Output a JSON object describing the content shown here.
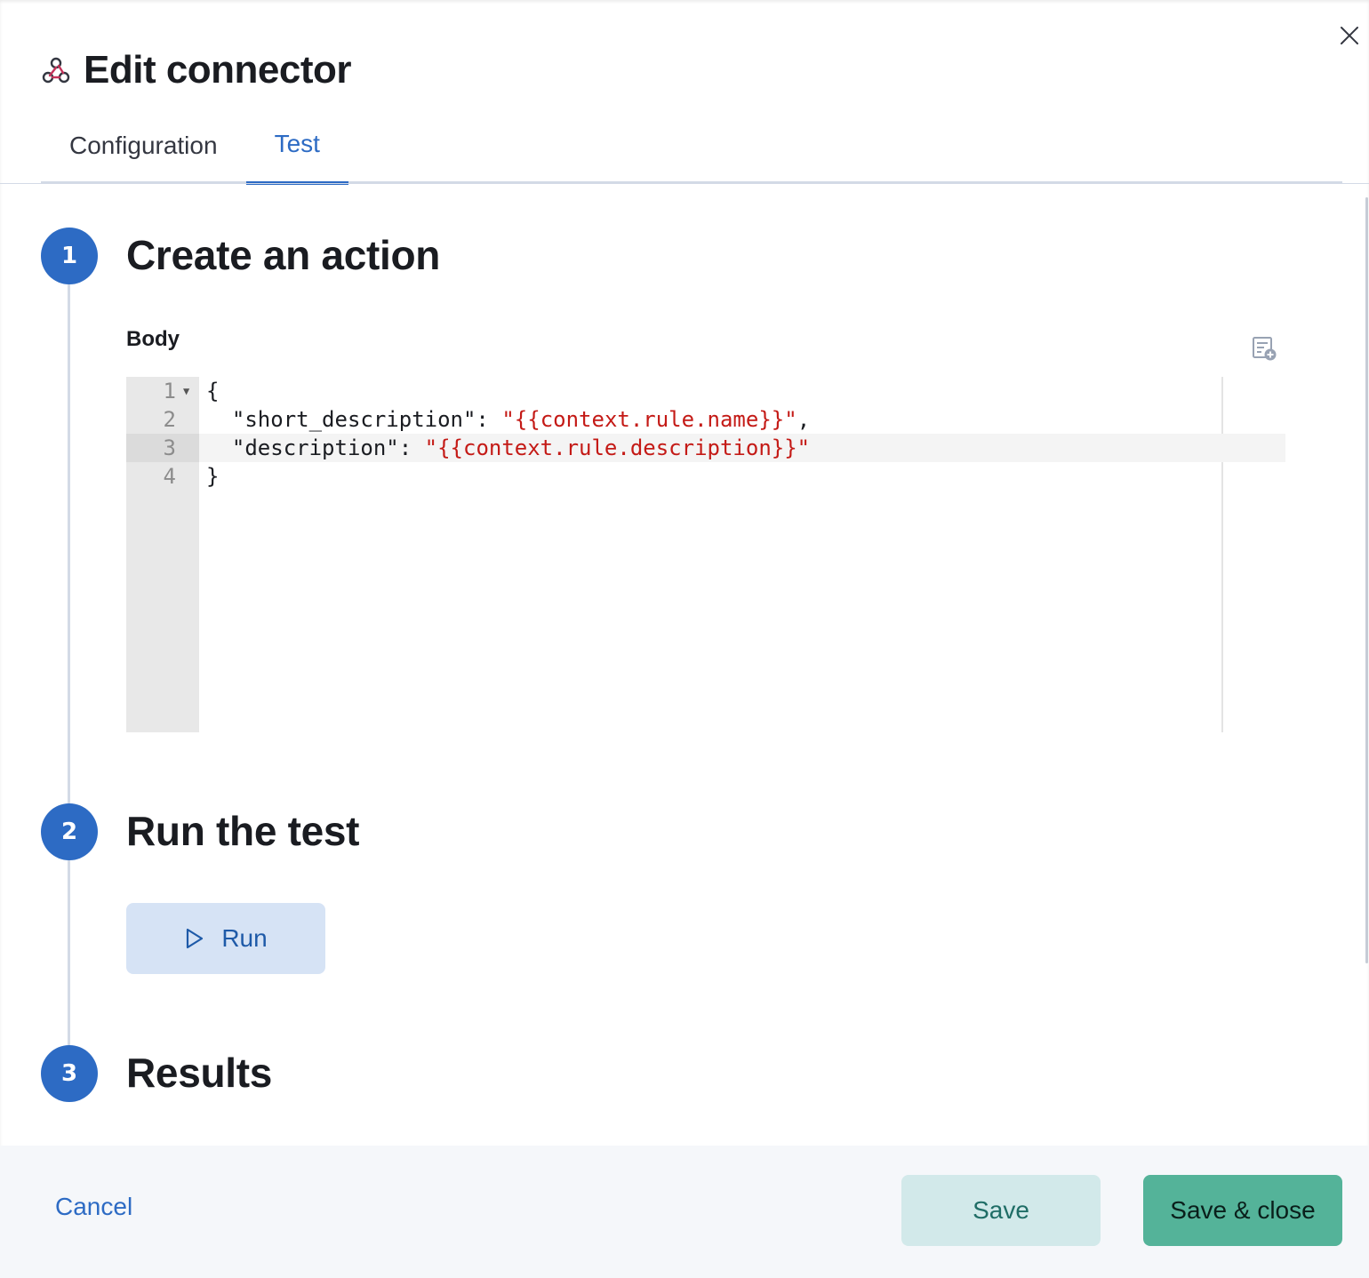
{
  "header": {
    "title": "Edit connector",
    "icon": "webhook-icon"
  },
  "tabs": [
    {
      "label": "Configuration",
      "selected": false
    },
    {
      "label": "Test",
      "selected": true
    }
  ],
  "steps": [
    {
      "number": "1",
      "title": "Create an action"
    },
    {
      "number": "2",
      "title": "Run the test"
    },
    {
      "number": "3",
      "title": "Results"
    }
  ],
  "body_field": {
    "label": "Body",
    "add_variable_icon": "add-variable-icon",
    "lines": [
      {
        "number": "1",
        "pre": "{",
        "str": "",
        "post": ""
      },
      {
        "number": "2",
        "pre": "  \"short_description\": ",
        "str": "\"{{context.rule.name}}\"",
        "post": ","
      },
      {
        "number": "3",
        "pre": "  \"description\": ",
        "str": "\"{{context.rule.description}}\"",
        "post": ""
      },
      {
        "number": "4",
        "pre": "}",
        "str": "",
        "post": ""
      }
    ],
    "active_line": 3
  },
  "run_button": {
    "label": "Run",
    "icon": "play-icon"
  },
  "footer": {
    "cancel_label": "Cancel",
    "save_label": "Save",
    "save_close_label": "Save & close"
  },
  "colors": {
    "primary": "#2d6bc4",
    "success": "#54b399",
    "string": "#c41a16"
  }
}
